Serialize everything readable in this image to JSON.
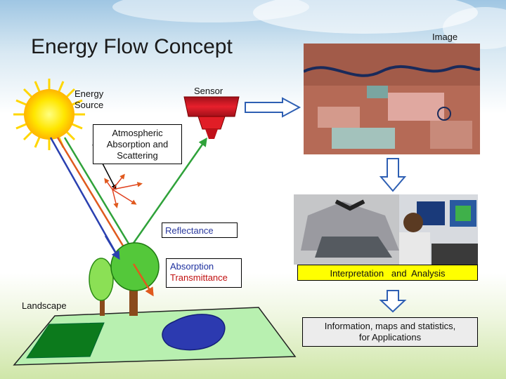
{
  "title": "Energy Flow Concept",
  "labels": {
    "energy_source": "Energy\nSource",
    "sensor": "Sensor",
    "image": "Image",
    "atmospheric": "Atmospheric\nAbsorption and\nScattering",
    "reflectance": "Reflectance",
    "absorption": "Absorption",
    "transmittance": "Transmittance",
    "landscape": "Landscape",
    "interpretation": "Interpretation   and  Analysis",
    "information": "Information, maps and statistics,\nfor Applications"
  },
  "colors": {
    "sun": "#ffe600",
    "ray_blue": "#2a40b0",
    "ray_orange": "#e05a1e",
    "ray_green": "#2fa23a",
    "sensor_red": "#d8101e",
    "arrow_blue": "#2e5fb3",
    "interp_box": "#ffff00",
    "info_box": "#ececec",
    "absorption_text": "#1c2f9e",
    "transmittance_text": "#c01010"
  }
}
